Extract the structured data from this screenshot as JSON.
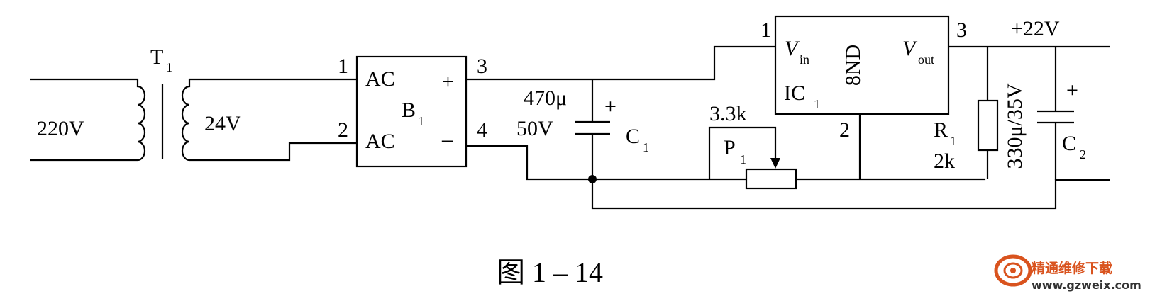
{
  "labels": {
    "t1": "T",
    "t1_sub": "1",
    "v220": "220V",
    "v24": "24V",
    "pin1": "1",
    "pin2": "2",
    "pin3": "3",
    "pin4": "4",
    "ac_top": "AC",
    "ac_bot": "AC",
    "b1": "B",
    "b1_sub": "1",
    "plus": "+",
    "minus": "–",
    "c1_cap": "470μ",
    "c1_volt": "50V",
    "c1_plus": "+",
    "c1": "C",
    "c1_sub": "1",
    "p1_val": "3.3k",
    "p1": "P",
    "p1_sub": "1",
    "ic_pin1": "1",
    "ic_pin2": "2",
    "ic_pin3": "3",
    "vin": "V",
    "vin_sub": "in",
    "vout": "V",
    "vout_sub": "out",
    "ic_part": "8ND",
    "ic": "IC",
    "ic_sub": "1",
    "out_voltage": "+22V",
    "r1": "R",
    "r1_sub": "1",
    "r1_val": "2k",
    "c2_val": "330μ/35V",
    "c2_plus": "+",
    "c2": "C",
    "c2_sub": "2"
  },
  "caption": "图 1 – 14",
  "watermark": {
    "name": "精通维修下载",
    "url": "www.gzweix.com",
    "color": "#d9531e"
  }
}
